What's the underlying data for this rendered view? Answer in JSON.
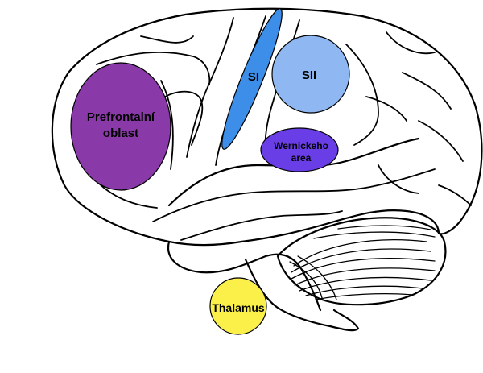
{
  "regions": {
    "prefrontal": {
      "line1": "Prefrontalní",
      "line2": "oblast",
      "color": "#8a3aa8"
    },
    "si": {
      "label": "SI",
      "color": "#3d8ee8"
    },
    "sii": {
      "label": "SII",
      "color": "#8fb8f2"
    },
    "wernicke": {
      "line1": "Wernickeho",
      "line2": "area",
      "color": "#6a3ee6"
    },
    "thalamus": {
      "label": "Thalamus",
      "color": "#fbf04a"
    }
  },
  "outline_color": "#000000"
}
